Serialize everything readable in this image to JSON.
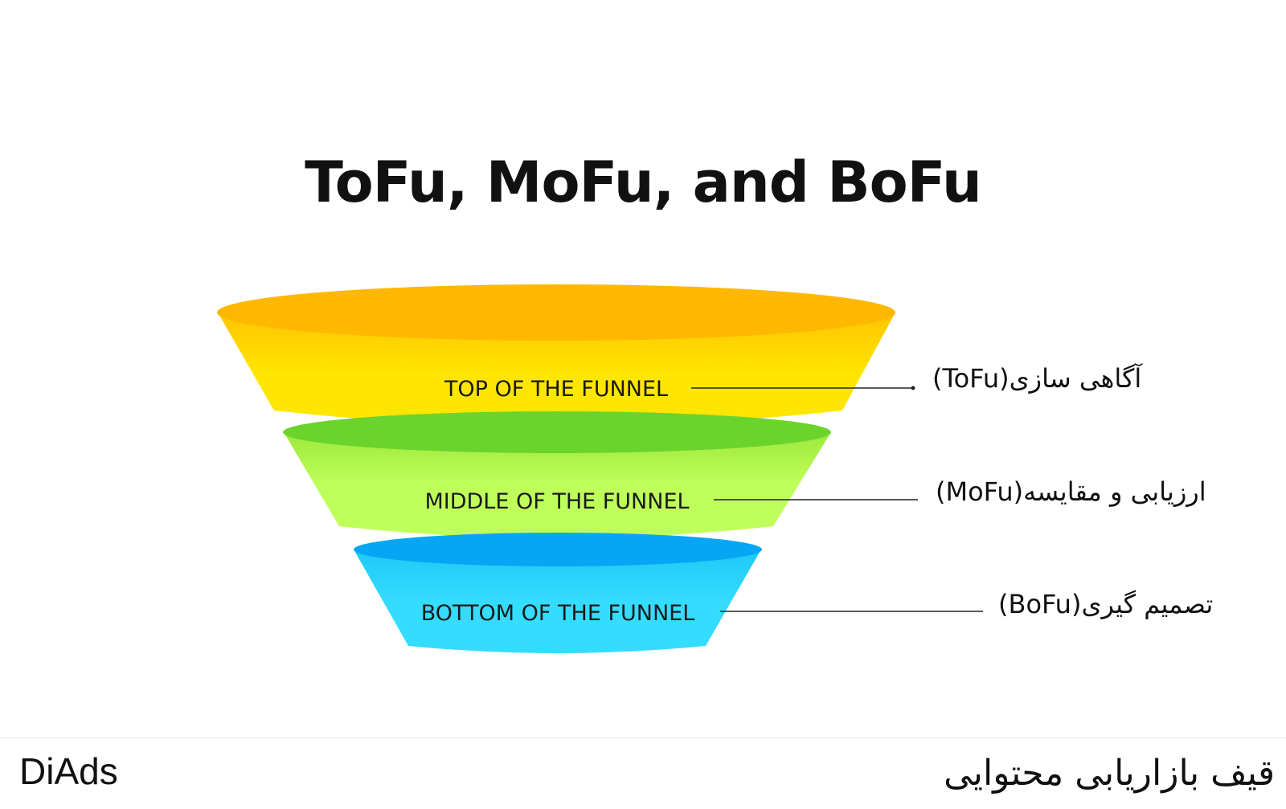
{
  "title": "ToFu, MoFu, and BoFu",
  "stages": [
    {
      "label": "TOP OF THE FUNNEL",
      "annotation": "آگاهی سازی(ToFu)",
      "colors": {
        "body_top": "#ffc400",
        "body_bottom": "#ffe600",
        "rim": "#ffb800"
      }
    },
    {
      "label": "MIDDLE OF THE FUNNEL",
      "annotation": "ارزیابی و مقایسه(MoFu)",
      "colors": {
        "body_top": "#9ce83a",
        "body_bottom": "#bfff5a",
        "rim": "#6ad42c"
      }
    },
    {
      "label": "BOTTOM OF THE FUNNEL",
      "annotation": "تصمیم گیری(BoFu)",
      "colors": {
        "body_top": "#1ec8f5",
        "body_bottom": "#34dcff",
        "rim": "#06a6f5"
      }
    }
  ],
  "footer": {
    "brand": "DiAds",
    "caption": "قیف بازاریابی محتوایی"
  }
}
